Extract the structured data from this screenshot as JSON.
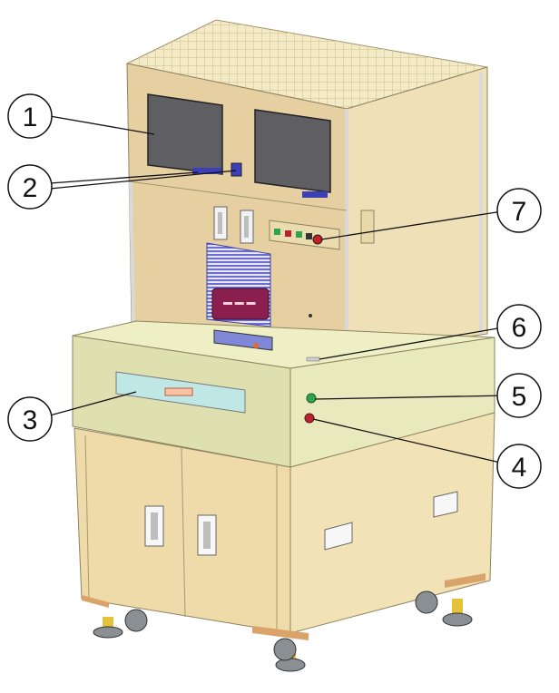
{
  "diagram": {
    "callouts": [
      {
        "id": "c1",
        "label": "1"
      },
      {
        "id": "c2",
        "label": "2"
      },
      {
        "id": "c3",
        "label": "3"
      },
      {
        "id": "c4",
        "label": "4"
      },
      {
        "id": "c5",
        "label": "5"
      },
      {
        "id": "c6",
        "label": "6"
      },
      {
        "id": "c7",
        "label": "7"
      }
    ]
  },
  "colors": {
    "upper_front": "#e6cfa1",
    "upper_side": "#efe0b8",
    "upper_top": "#f4ebc6",
    "table_front": "#dfe0b0",
    "table_top": "#eeefc4",
    "base_front": "#eedba9",
    "base_side": "#f1e3b5",
    "screen": "#5e5e63",
    "grid": "#c8bd8d",
    "accent_blue": "#3b3fb8",
    "button_green": "#2fa44f",
    "button_red": "#b8232f",
    "tray": "#bfe7e6",
    "wheel": "#8a8f94",
    "foot_orange": "#d9a36a"
  }
}
